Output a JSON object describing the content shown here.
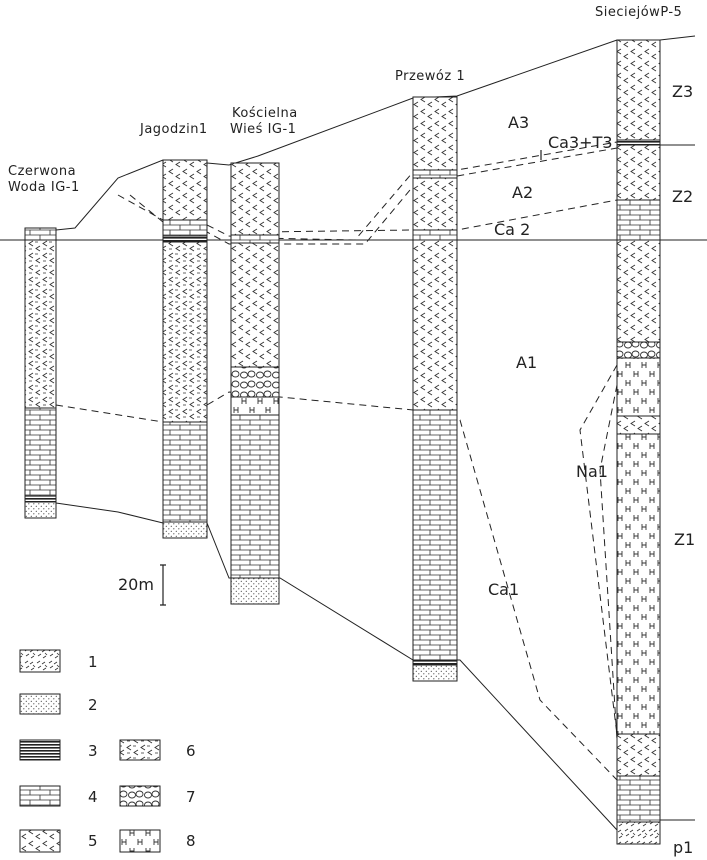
{
  "wells": [
    {
      "id": "czerwona",
      "name_lines": [
        "Czerwona",
        "Woda IG-1"
      ]
    },
    {
      "id": "jagodzin",
      "name_lines": [
        "Jagodzin1"
      ]
    },
    {
      "id": "koscielna",
      "name_lines": [
        "Kościelna",
        "Wieś IG-1"
      ]
    },
    {
      "id": "przewoz",
      "name_lines": [
        "Przewóz 1"
      ]
    },
    {
      "id": "sieciejow",
      "name_lines": [
        "SieciejówP-5"
      ]
    }
  ],
  "units": {
    "a3": "A3",
    "ca3t3": "Ca3+T3",
    "a2": "A2",
    "ca2": "Ca 2",
    "a1": "A1",
    "na1": "Na1",
    "ca1": "Ca1",
    "z3": "Z3",
    "z2": "Z2",
    "z1": "Z1",
    "p1": "p1"
  },
  "scale": {
    "label": "20m"
  },
  "legend": [
    {
      "num": "1",
      "pattern": "anhydrite-nodular"
    },
    {
      "num": "2",
      "pattern": "sandstone-dotted"
    },
    {
      "num": "3",
      "pattern": "shale-laminated"
    },
    {
      "num": "4",
      "pattern": "limestone-brick"
    },
    {
      "num": "5",
      "pattern": "anhydrite-chevron"
    },
    {
      "num": "6",
      "pattern": "anhydrite-clayey"
    },
    {
      "num": "7",
      "pattern": "conglomerate"
    },
    {
      "num": "8",
      "pattern": "halite"
    }
  ]
}
